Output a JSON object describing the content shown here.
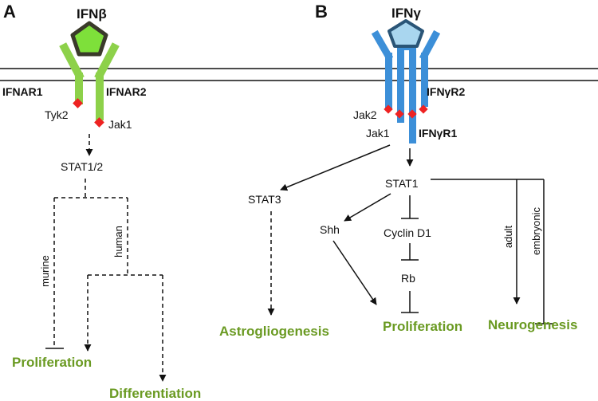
{
  "panel_a": {
    "letter": "A",
    "ligand": "IFNβ",
    "receptor_1": "IFNAR1",
    "receptor_2": "IFNAR2",
    "kinase_1": "Tyk2",
    "kinase_2": "Jak1",
    "stat": "STAT1/2",
    "branch_murine": "murine",
    "branch_human": "human",
    "outcome_proliferation": "Proliferation",
    "outcome_differentiation": "Differentiation"
  },
  "panel_b": {
    "letter": "B",
    "ligand": "IFNγ",
    "receptor_2": "IFNγR2",
    "receptor_1": "IFNγR1",
    "kinase_jak2": "Jak2",
    "kinase_jak1": "Jak1",
    "stat3": "STAT3",
    "stat1": "STAT1",
    "shh": "Shh",
    "cyclin": "Cyclin D1",
    "rb": "Rb",
    "branch_adult": "adult",
    "branch_embryonic": "embryonic",
    "outcome_astrogliogenesis": "Astrogliogenesis",
    "outcome_proliferation": "Proliferation",
    "outcome_neurogenesis": "Neurogenesis"
  },
  "colors": {
    "ifnb_ligand": "#7ee03a",
    "ifnb_receptor": "#8dd14a",
    "ifng_ligand": "#a9d6ef",
    "ifng_receptor": "#3c8fd8",
    "phospho_site": "#ee2222",
    "outcome_text": "#6a9a22",
    "ligand_outline_a": "#3a3a2a",
    "ligand_outline_b": "#2a5577"
  }
}
